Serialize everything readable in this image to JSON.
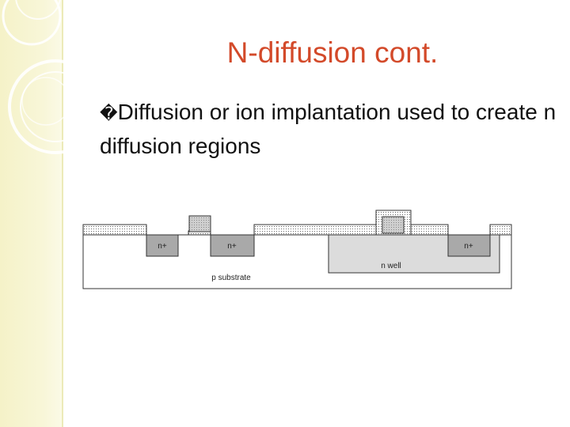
{
  "slide": {
    "title": "N-diffusion cont.",
    "bullet": {
      "mark": "�",
      "text": "Diffusion or ion implantation used to create n diffusion regions"
    }
  },
  "diagram": {
    "labels": {
      "n_plus_1": "n+",
      "n_plus_2": "n+",
      "n_plus_3": "n+",
      "n_well": "n well",
      "p_substrate": "p substrate"
    }
  },
  "colors": {
    "title": "#d34a2a",
    "side_band": "#f5f2c8",
    "diffusion": "#a8a8a8",
    "well": "#d8d8d8"
  }
}
